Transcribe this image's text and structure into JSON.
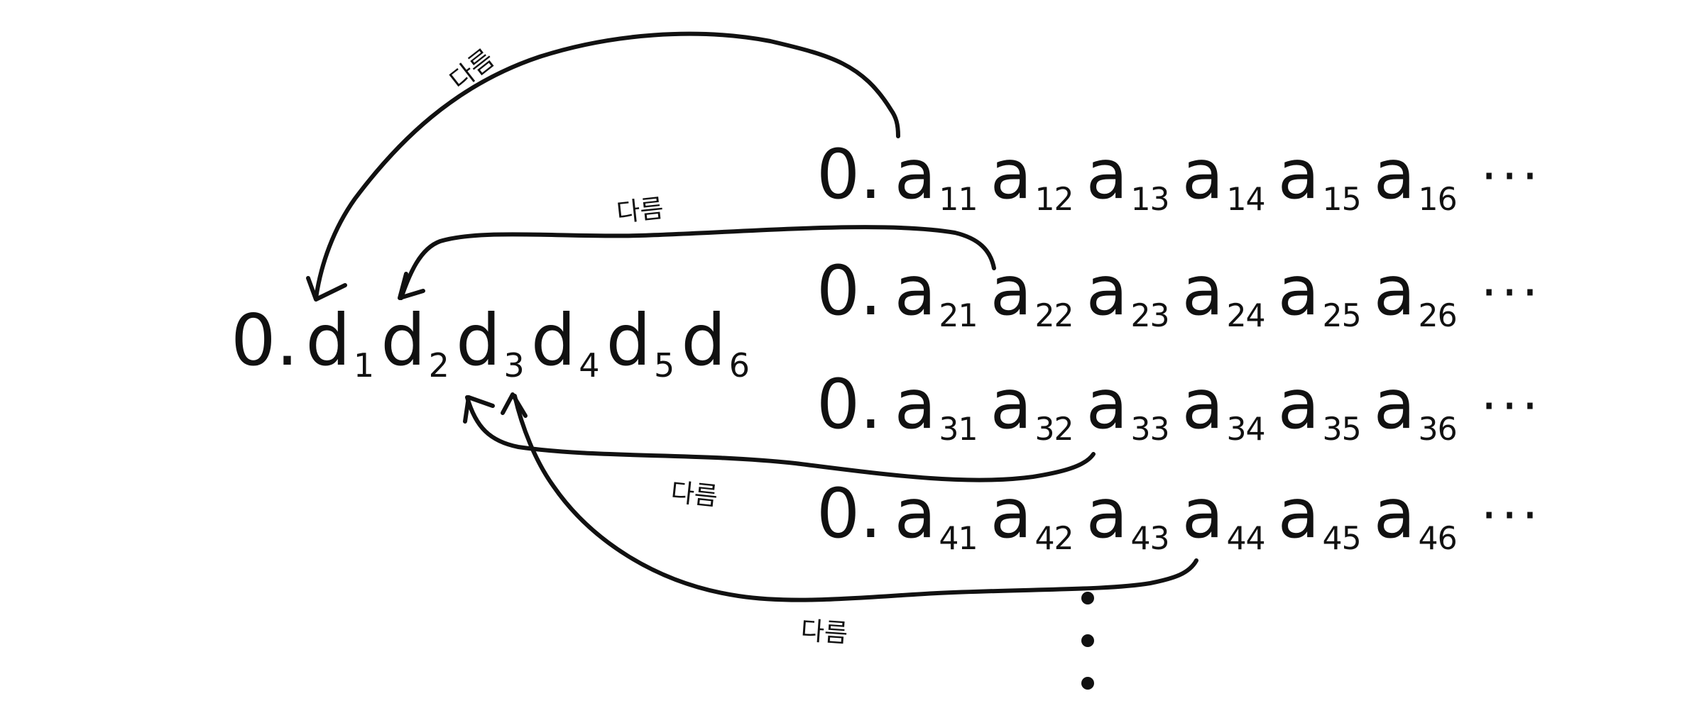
{
  "target": {
    "prefix": "0.",
    "digits": [
      {
        "base": "d",
        "sub": "1"
      },
      {
        "base": "d",
        "sub": "2"
      },
      {
        "base": "d",
        "sub": "3"
      },
      {
        "base": "d",
        "sub": "4"
      },
      {
        "base": "d",
        "sub": "5"
      },
      {
        "base": "d",
        "sub": "6"
      }
    ]
  },
  "rows": [
    {
      "prefix": "0.",
      "digits": [
        {
          "base": "a",
          "sub": "11"
        },
        {
          "base": "a",
          "sub": "12"
        },
        {
          "base": "a",
          "sub": "13"
        },
        {
          "base": "a",
          "sub": "14"
        },
        {
          "base": "a",
          "sub": "15"
        },
        {
          "base": "a",
          "sub": "16"
        }
      ],
      "ellipsis": "···"
    },
    {
      "prefix": "0.",
      "digits": [
        {
          "base": "a",
          "sub": "21"
        },
        {
          "base": "a",
          "sub": "22"
        },
        {
          "base": "a",
          "sub": "23"
        },
        {
          "base": "a",
          "sub": "24"
        },
        {
          "base": "a",
          "sub": "25"
        },
        {
          "base": "a",
          "sub": "26"
        }
      ],
      "ellipsis": "···"
    },
    {
      "prefix": "0.",
      "digits": [
        {
          "base": "a",
          "sub": "31"
        },
        {
          "base": "a",
          "sub": "32"
        },
        {
          "base": "a",
          "sub": "33"
        },
        {
          "base": "a",
          "sub": "34"
        },
        {
          "base": "a",
          "sub": "35"
        },
        {
          "base": "a",
          "sub": "36"
        }
      ],
      "ellipsis": "···"
    },
    {
      "prefix": "0.",
      "digits": [
        {
          "base": "a",
          "sub": "41"
        },
        {
          "base": "a",
          "sub": "42"
        },
        {
          "base": "a",
          "sub": "43"
        },
        {
          "base": "a",
          "sub": "44"
        },
        {
          "base": "a",
          "sub": "45"
        },
        {
          "base": "a",
          "sub": "46"
        }
      ],
      "ellipsis": "···"
    }
  ],
  "arrows": [
    {
      "label": "다름"
    },
    {
      "label": "다름"
    },
    {
      "label": "다름"
    },
    {
      "label": "다름"
    }
  ],
  "colors": {
    "ink": "#111111",
    "background": "#ffffff"
  }
}
